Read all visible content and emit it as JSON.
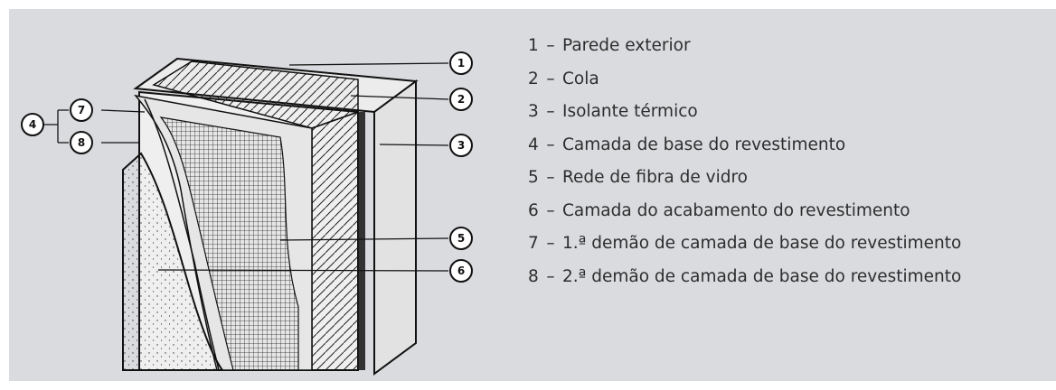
{
  "legend": [
    {
      "num": "1",
      "sep": "–",
      "text": "Parede exterior"
    },
    {
      "num": "2",
      "sep": "–",
      "text": "Cola"
    },
    {
      "num": "3",
      "sep": "–",
      "text": "Isolante térmico"
    },
    {
      "num": "4",
      "sep": "–",
      "text": "Camada de base do revestimento"
    },
    {
      "num": "5",
      "sep": "–",
      "text": "Rede de fibra de vidro"
    },
    {
      "num": "6",
      "sep": "–",
      "text": "Camada do acabamento do revestimento"
    },
    {
      "num": "7",
      "sep": "–",
      "text": "1.ª demão de camada de base do revestimento"
    },
    {
      "num": "8",
      "sep": "–",
      "text": "2.ª demão de camada de base do revestimento"
    }
  ],
  "callouts": [
    "1",
    "2",
    "3",
    "4",
    "5",
    "6",
    "7",
    "8"
  ],
  "colors": {
    "panel": "#d9dbde",
    "ink": "#111111",
    "text": "#2d2d2d"
  }
}
